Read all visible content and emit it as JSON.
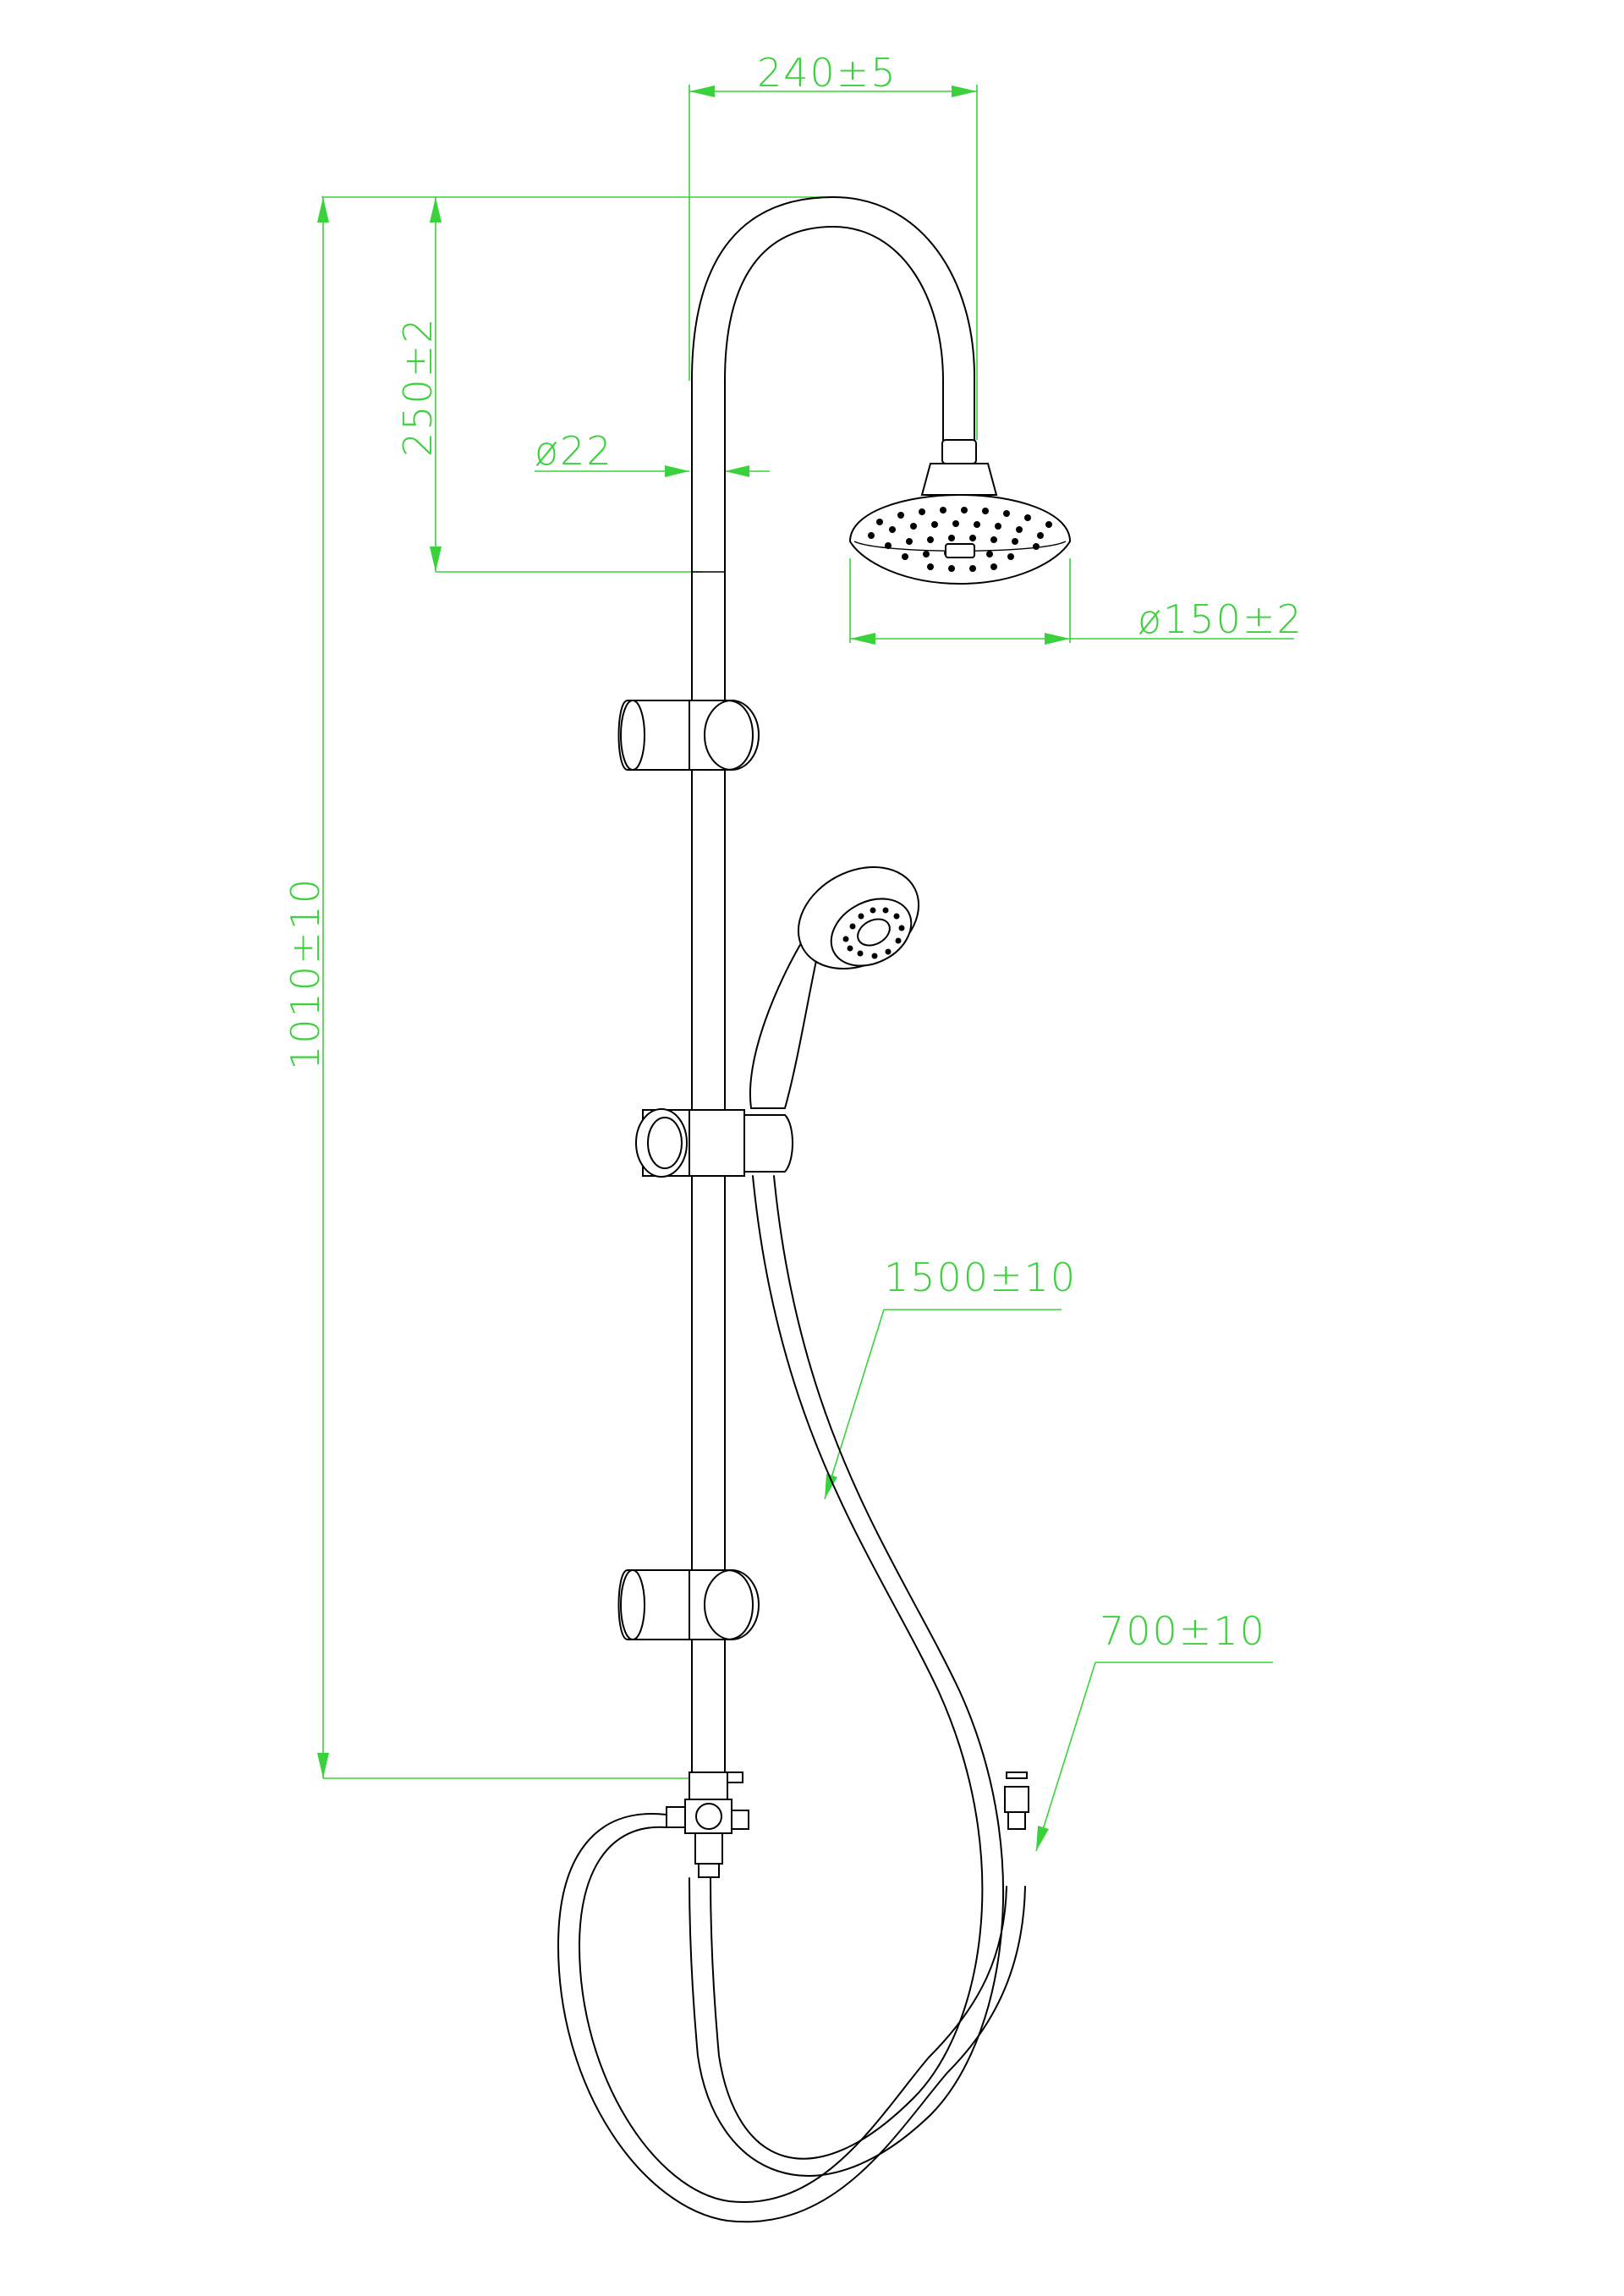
{
  "colors": {
    "dimension": "#39d23a",
    "outline": "#000000",
    "background": "#ffffff"
  },
  "dimensions": {
    "arm_reach": "240±5",
    "arm_height": "250±2",
    "pipe_diameter": "ø22",
    "head_diameter": "ø150±2",
    "rail_height": "1010±10",
    "handheld_hose": "1500±10",
    "supply_hose": "700±10"
  }
}
